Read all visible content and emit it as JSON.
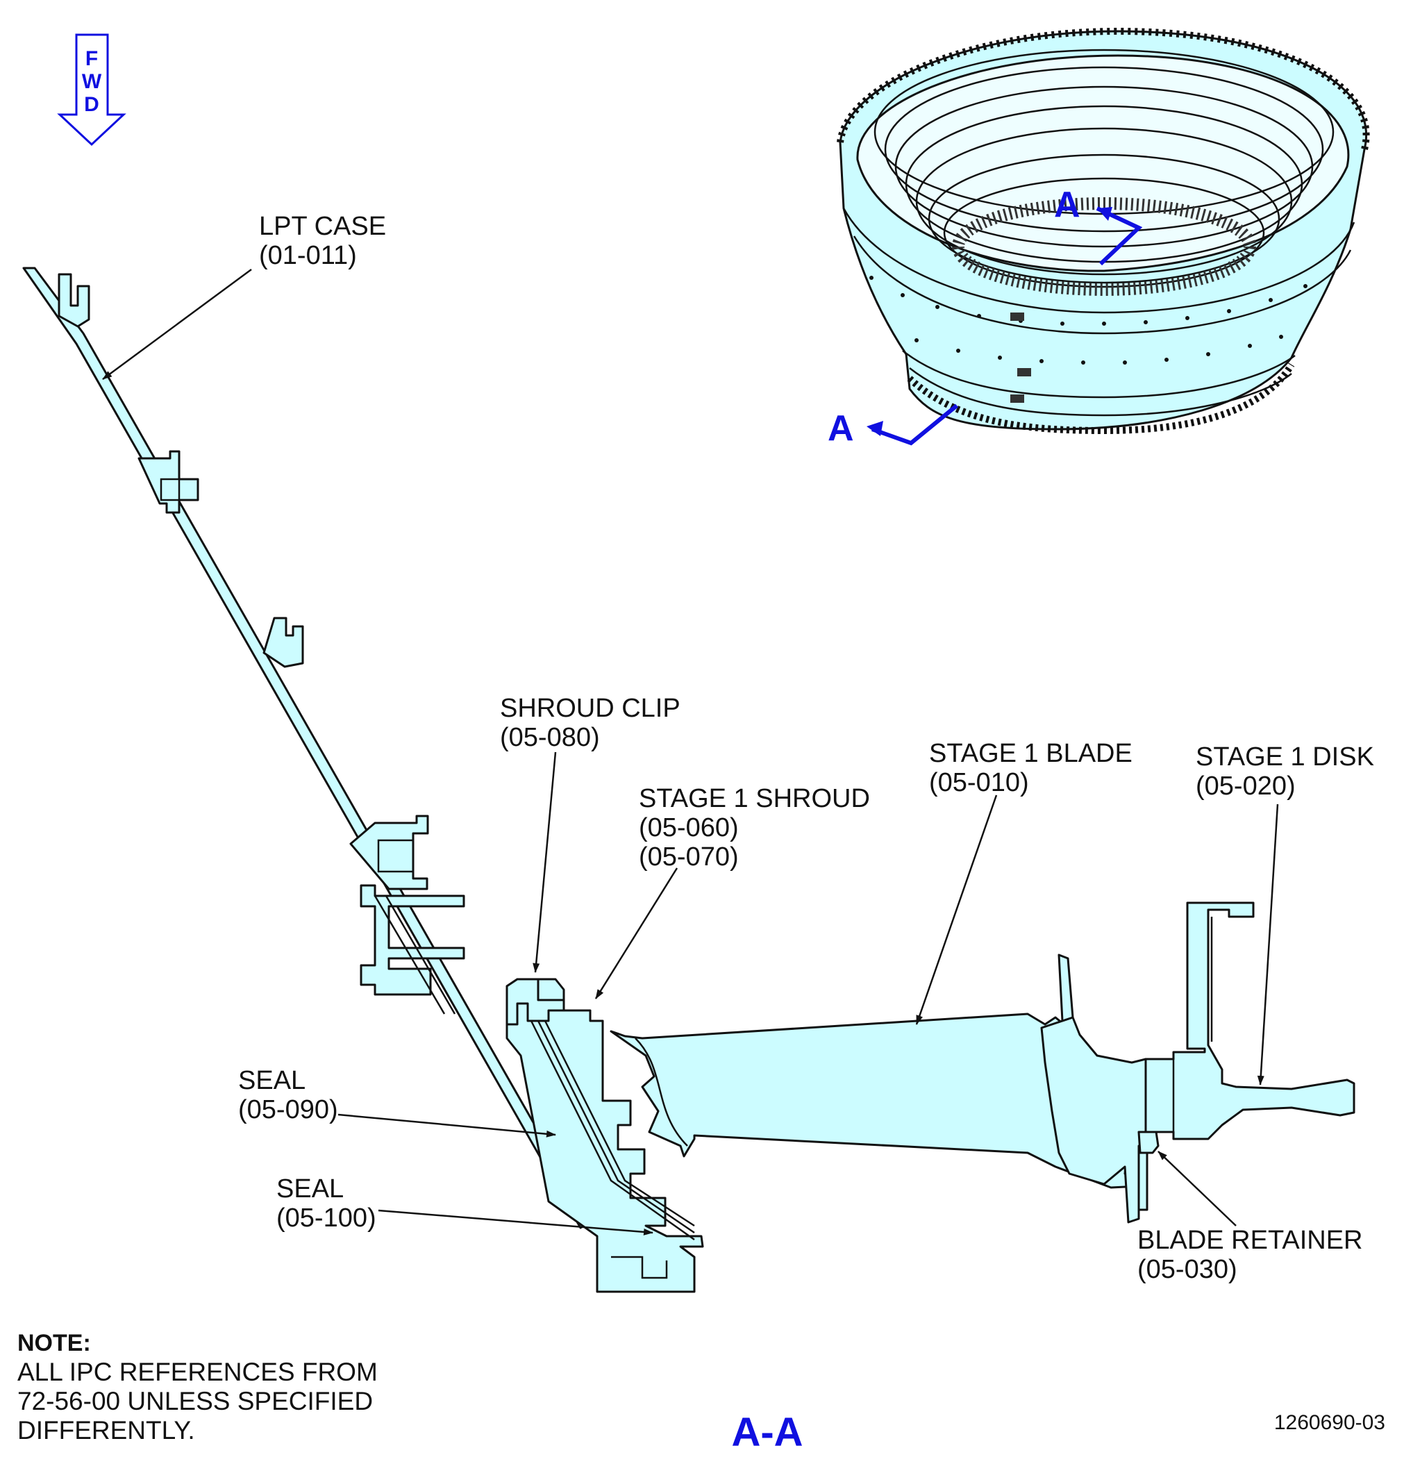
{
  "colors": {
    "part_fill": "#ccfcff",
    "outline": "#111111",
    "section_blue": "#1010e0"
  },
  "direction_indicator": {
    "letters": [
      "F",
      "W",
      "D"
    ],
    "icon": "down-arrow-icon"
  },
  "callouts": {
    "lpt_case": {
      "name": "LPT CASE",
      "ref": "(01-011)"
    },
    "shroud_clip": {
      "name": "SHROUD CLIP",
      "ref": "(05-080)"
    },
    "stage1_shroud": {
      "name": "STAGE 1 SHROUD",
      "ref1": "(05-060)",
      "ref2": "(05-070)"
    },
    "stage1_blade": {
      "name": "STAGE 1 BLADE",
      "ref": "(05-010)"
    },
    "stage1_disk": {
      "name": "STAGE 1 DISK",
      "ref": "(05-020)"
    },
    "seal_090": {
      "name": "SEAL",
      "ref": "(05-090)"
    },
    "seal_100": {
      "name": "SEAL",
      "ref": "(05-100)"
    },
    "blade_retainer": {
      "name": "BLADE RETAINER",
      "ref": "(05-030)"
    }
  },
  "section_markers": {
    "upper": "A",
    "lower": "A"
  },
  "section_title": "A-A",
  "note": {
    "title": "NOTE:",
    "lines": [
      "ALL IPC REFERENCES FROM",
      "72-56-00 UNLESS SPECIFIED",
      "DIFFERENTLY."
    ]
  },
  "figure_number": "1260690-03"
}
